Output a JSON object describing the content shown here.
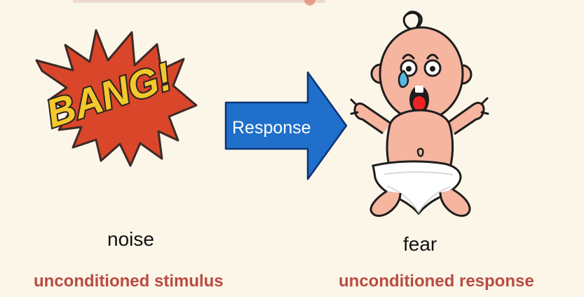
{
  "arrow": {
    "label": "Response"
  },
  "stimulus": {
    "burst_text": "BANG!",
    "caption": "noise",
    "term": "unconditioned stimulus"
  },
  "response": {
    "caption": "fear",
    "term": "unconditioned response"
  },
  "colors": {
    "background": "#fbf6e8",
    "term_text": "#b94b43",
    "arrow_fill": "#1f6fcb",
    "burst_fill": "#d6492c",
    "bang_fill": "#f2c82d",
    "baby_skin": "#f5b59f"
  }
}
